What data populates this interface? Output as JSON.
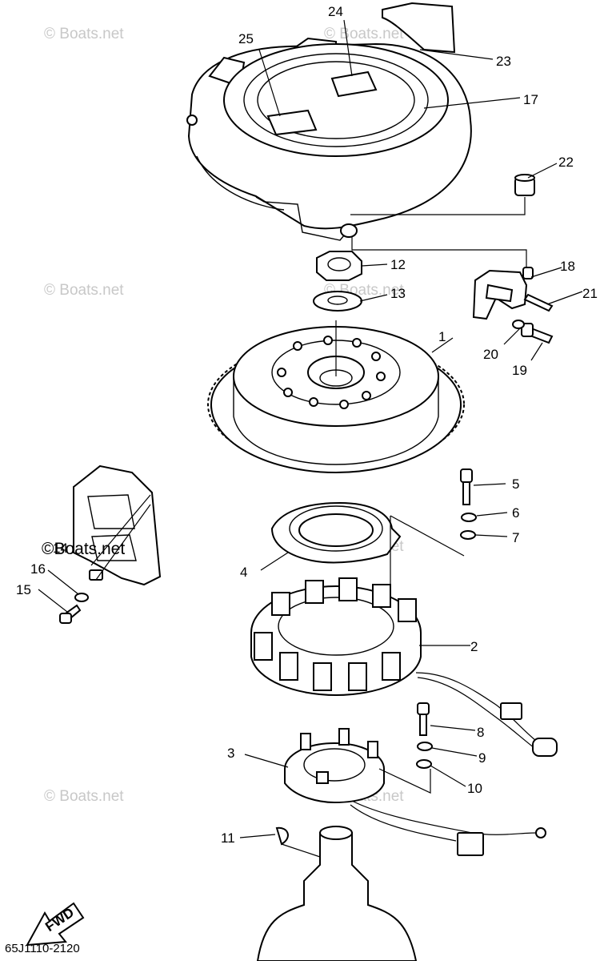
{
  "diagram": {
    "callouts": [
      "1",
      "2",
      "3",
      "4",
      "5",
      "6",
      "7",
      "8",
      "9",
      "10",
      "11",
      "12",
      "13",
      "14",
      "15",
      "16",
      "17",
      "18",
      "19",
      "20",
      "21",
      "22",
      "23",
      "24",
      "25"
    ],
    "watermark": "© Boats.net",
    "watermark_dark": "©Boats.net",
    "fwd_label": "FWD",
    "diagram_code": "65J1110-2120"
  }
}
